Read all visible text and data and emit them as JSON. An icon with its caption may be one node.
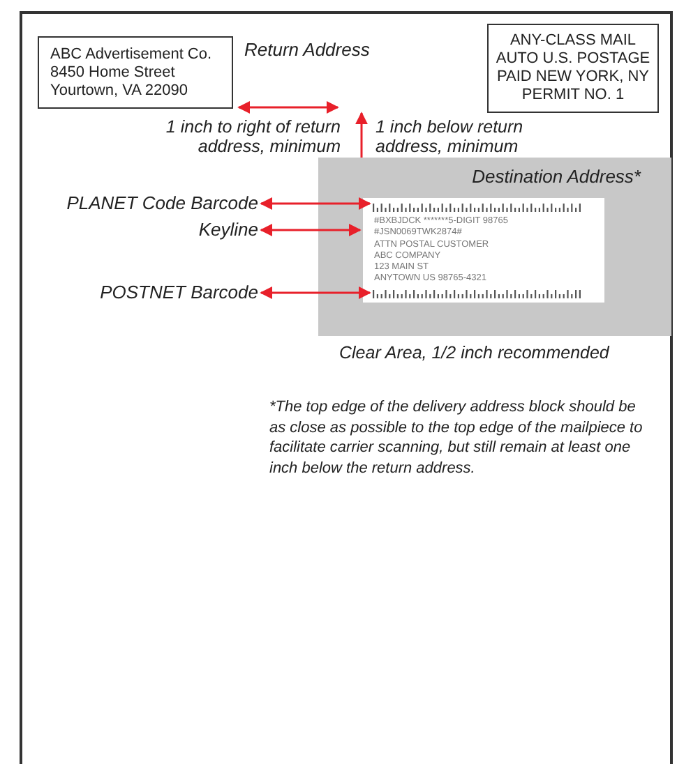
{
  "diagram": {
    "nodes": [
      {
        "text": [
          "ABC Advertisement Co. 8450 Home Street Yourtown, VA 22090"
        ],
        "beside": [
          "Return Address"
        ]
      },
      {
        "text": [
          "ANY-CLASS MAIL AUTO U.S. POSTAGE PAID NEW YORK, NY PERMIT NO. 1"
        ]
      },
      {
        "text": [
          "Destination Address*"
        ]
      },
      {
        "text": [
          "#BXBJDCK *******5-DIGIT 98765",
          "#JSN0069TWK2874#",
          "ATTN POSTAL CUSTOMER",
          "ABC COMPANY",
          "123 MAIN ST",
          "ANYTOWN US 98765-4321"
        ],
        "in": 2
      },
      {
        "text": [],
        "shape": "bar",
        "in": 3
      },
      {
        "text": [],
        "shape": "bar",
        "in": 3
      },
      {
        "text": [
          "PLANET Code Barcode"
        ]
      },
      {
        "text": [
          "Keyline"
        ]
      },
      {
        "text": [
          "POSTNET Barcode"
        ]
      }
    ],
    "edges": [
      {
        "from": 6,
        "to": 4,
        "arrow": "both"
      },
      {
        "from": 7,
        "to": 3,
        "arrow": "both"
      },
      {
        "from": 8,
        "to": 5,
        "arrow": "both"
      }
    ],
    "labels": [
      "1 inch to right of return address, minimum",
      "1 inch below return address, minimum",
      "Clear Area, 1/2 inch recommended",
      "*The top edge of the delivery address block should be as close as possible to the top edge of the mailpiece to facilitate carrier scanning, but still remain at least one inch below the return address."
    ]
  }
}
